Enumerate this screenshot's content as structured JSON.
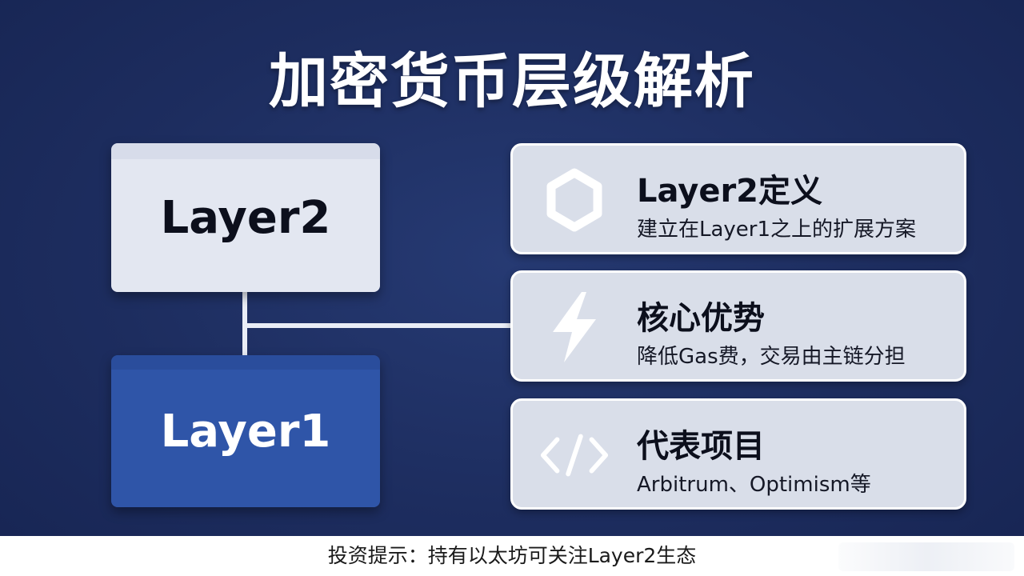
{
  "title": "加密货币层级解析",
  "layers": {
    "layer2": "Layer2",
    "layer1": "Layer1"
  },
  "cards": [
    {
      "icon": "hexagon-icon",
      "title": "Layer2定义",
      "subtitle": "建立在Layer1之上的扩展方案"
    },
    {
      "icon": "lightning-bolt-icon",
      "title": "核心优势",
      "subtitle": "降低Gas费，交易由主链分担"
    },
    {
      "icon": "code-icon",
      "title": "代表项目",
      "subtitle": "Arbitrum、Optimism等"
    }
  ],
  "footer": "投资提示：持有以太坊可关注Layer2生态",
  "colors": {
    "background": "#1d2d5f",
    "layer2_box": "#e3e7f1",
    "layer1_box": "#2f55a8",
    "card": "#d9dee9",
    "icon": "#ffffff"
  }
}
